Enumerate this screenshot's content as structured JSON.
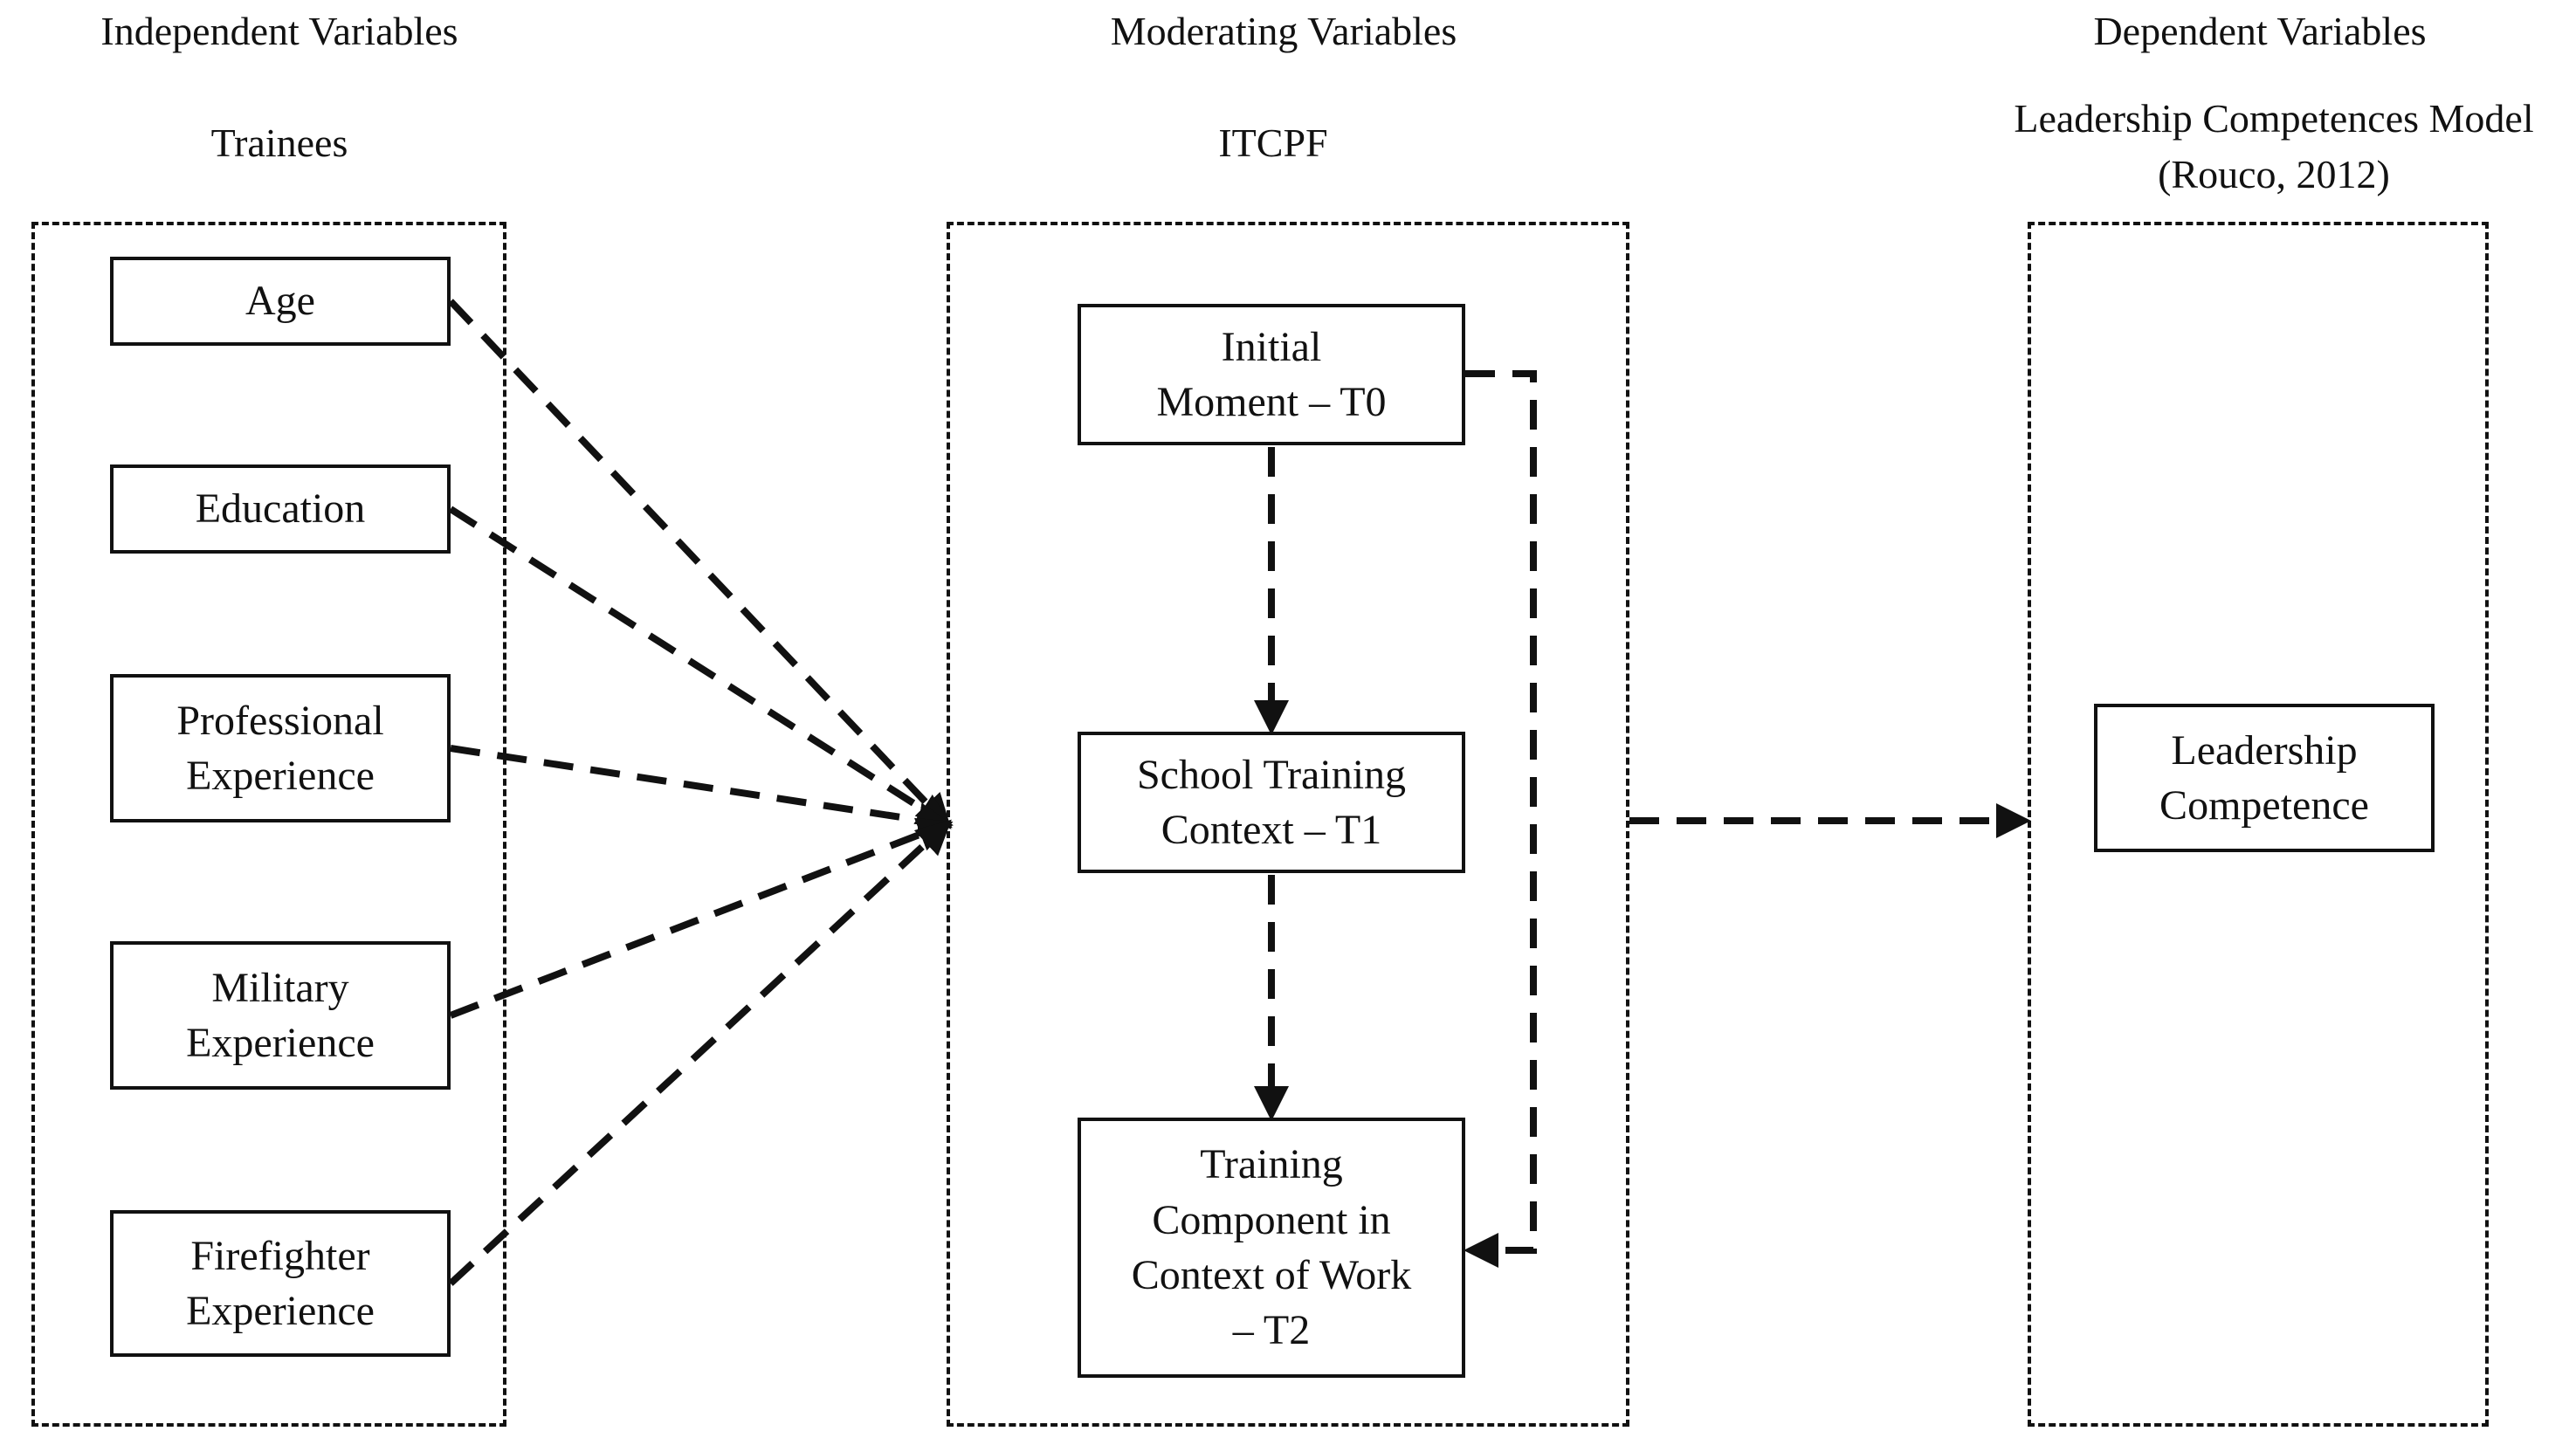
{
  "headings": {
    "independent": "Independent Variables",
    "moderating": "Moderating Variables",
    "dependent": "Dependent Variables"
  },
  "groups": {
    "trainees": "Trainees",
    "itcpf": "ITCPF",
    "model": [
      "Leadership Competences Model",
      "(Rouco, 2012)"
    ]
  },
  "independent_nodes": [
    [
      "Age"
    ],
    [
      "Education"
    ],
    [
      "Professional",
      "Experience"
    ],
    [
      "Military",
      "Experience"
    ],
    [
      "Firefighter",
      "Experience"
    ]
  ],
  "moderating_nodes": [
    [
      "Initial",
      "Moment – T0"
    ],
    [
      "School Training",
      "Context – T1"
    ],
    [
      "Training",
      "Component in",
      "Context of Work",
      "– T2"
    ]
  ],
  "dependent_node": [
    "Leadership",
    "Competence"
  ],
  "colors": {
    "line": "#111111",
    "background": "#ffffff"
  }
}
